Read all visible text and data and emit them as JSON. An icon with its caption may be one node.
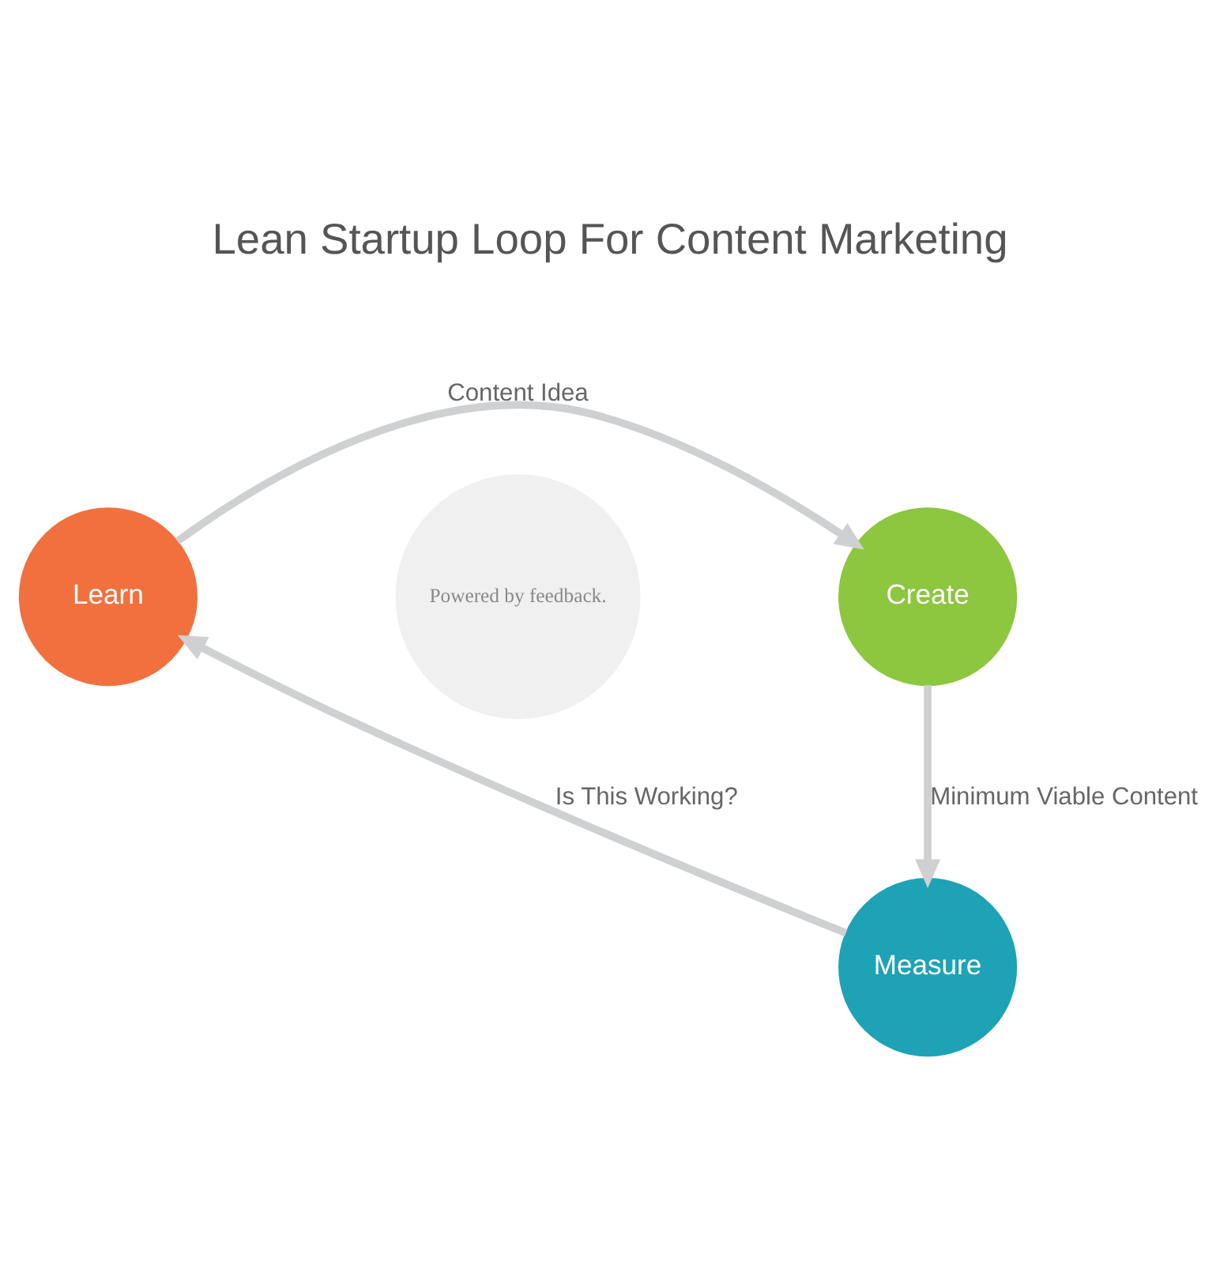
{
  "diagram": {
    "title": "Lean Startup Loop For Content Marketing",
    "nodes": [
      {
        "text": [
          "Learn"
        ]
      },
      {
        "text": [
          "Powered by feedback."
        ]
      },
      {
        "text": [
          "Create"
        ]
      },
      {
        "text": [
          "Measure"
        ]
      }
    ],
    "edges": [
      {
        "from": 0,
        "to": 2,
        "arrow": "to",
        "label": "Content Idea"
      },
      {
        "from": 2,
        "to": 3,
        "arrow": "to",
        "label": "Minimum Viable Content"
      },
      {
        "from": 3,
        "to": 0,
        "arrow": "to",
        "label": "Is This Working?"
      }
    ]
  }
}
